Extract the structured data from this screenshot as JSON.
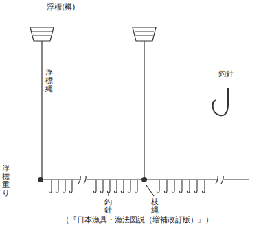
{
  "diagram": {
    "caption": "（『日本漁具・漁法図説（増補改訂版）』）",
    "labels": [
      "浮標(樽)",
      "浮標縄",
      "浮標重り",
      "釣針",
      "釣針",
      "枝縄"
    ]
  }
}
